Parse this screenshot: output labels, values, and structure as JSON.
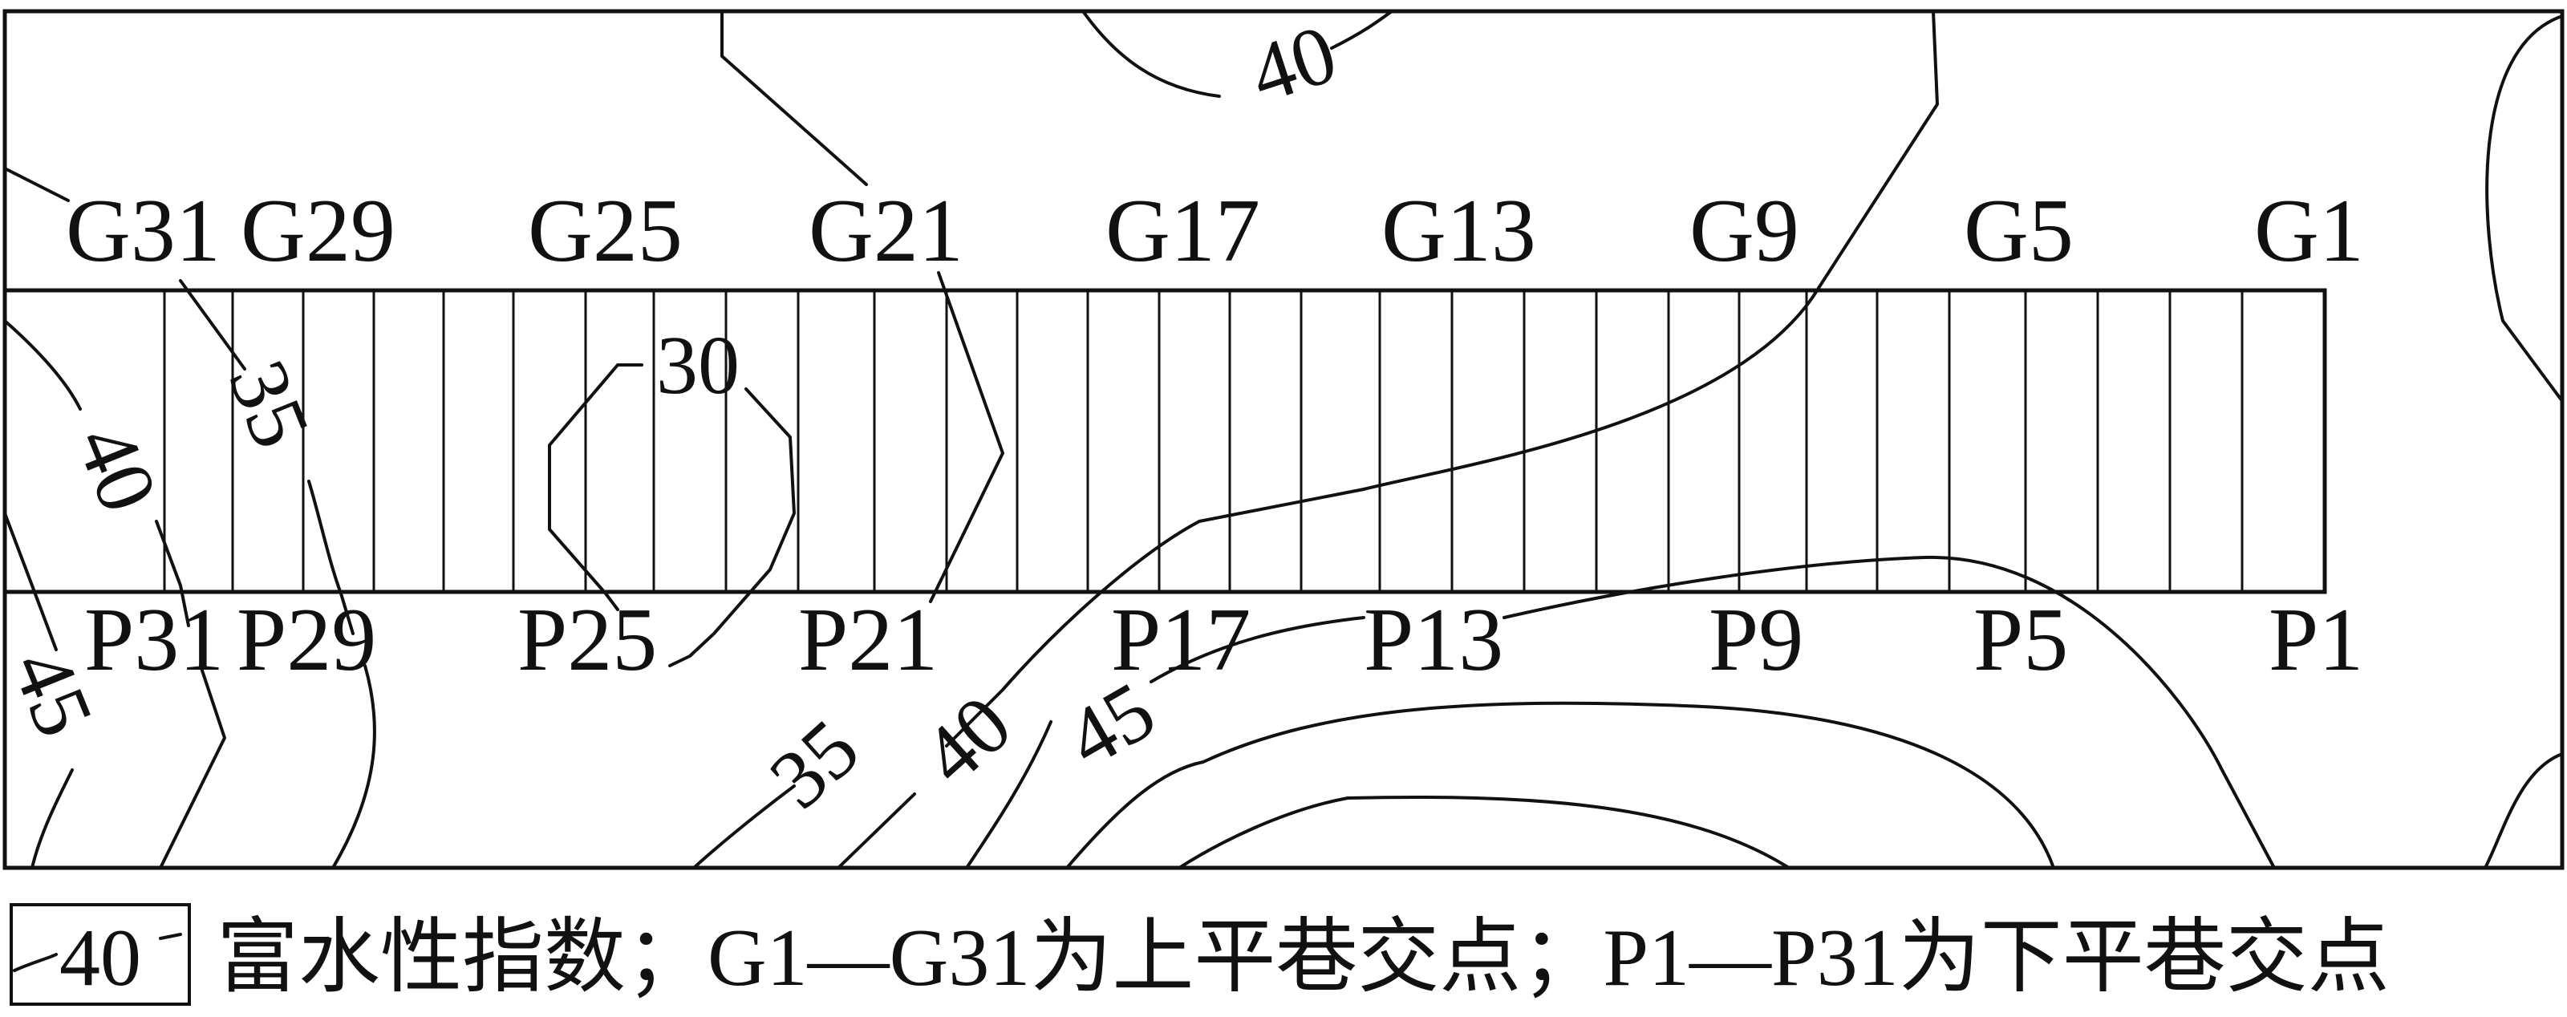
{
  "upper_points": [
    "G31",
    "G29",
    "G25",
    "G21",
    "G17",
    "G13",
    "G9",
    "G5",
    "G1"
  ],
  "lower_points": [
    "P31",
    "P29",
    "P25",
    "P21",
    "P17",
    "P13",
    "P9",
    "P5",
    "P1"
  ],
  "contour_labels": {
    "top_40": "40",
    "left_40": "40",
    "left_35": "35",
    "inner_30": "30",
    "left_45": "45",
    "bottom_35": "35",
    "bottom_40": "40",
    "bottom_45": "45"
  },
  "legend": {
    "symbol_value": "40",
    "description": "富水性指数；G1—G31为上平巷交点；P1—P31为下平巷交点"
  }
}
